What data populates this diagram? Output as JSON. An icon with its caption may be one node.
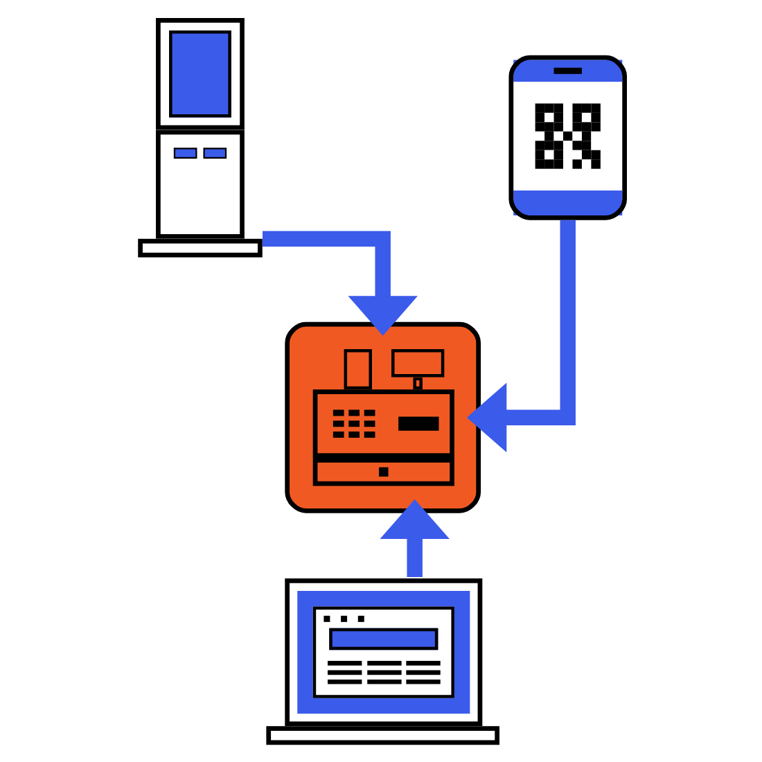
{
  "diagram": {
    "nodes": [
      {
        "text": [],
        "shape": "picture"
      },
      {
        "text": [],
        "shape": "picture"
      },
      {
        "text": [],
        "shape": "picture"
      },
      {
        "text": [],
        "shape": "picture"
      }
    ],
    "edges": [
      {
        "from": 0,
        "to": 2,
        "arrow": "to"
      },
      {
        "from": 1,
        "to": 2,
        "arrow": "to"
      },
      {
        "from": 3,
        "to": 2,
        "arrow": "to"
      }
    ]
  }
}
